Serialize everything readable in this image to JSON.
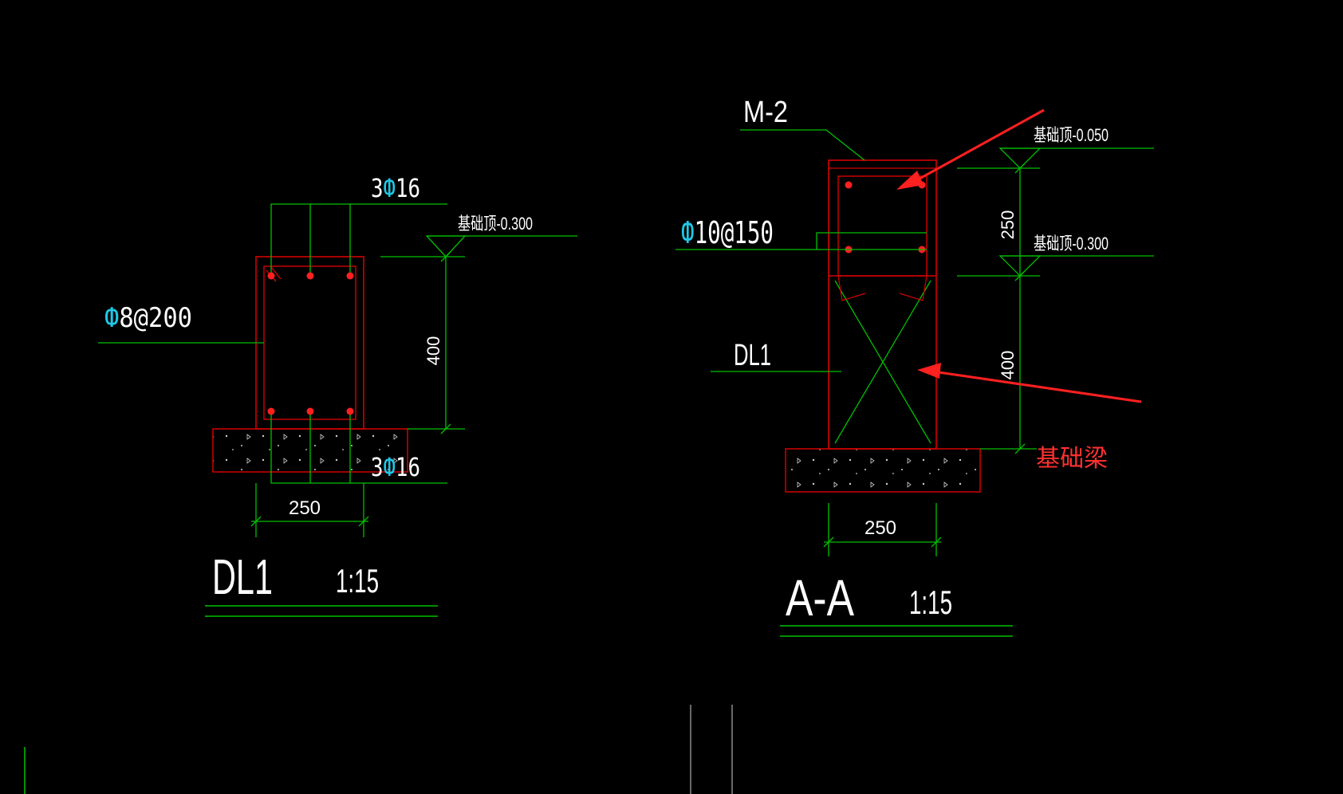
{
  "colors": {
    "background": "#000000",
    "leader_line": "#00c000",
    "section_outline": "#d40000",
    "rebar_dot": "#ff2020",
    "rebar_symbol": "#1ec8e6",
    "text": "#ffffff",
    "annotation_red": "#ff3030"
  },
  "detail_dl1": {
    "top_bars": {
      "count": "3",
      "symbol": "Ф",
      "size": "16"
    },
    "bottom_bars": {
      "count": "3",
      "symbol": "Ф",
      "size": "16"
    },
    "stirrup": {
      "symbol": "Ф",
      "spec": "8@200"
    },
    "elevation_label": "基础顶-0.300",
    "height_dim": "400",
    "width_dim": "250",
    "title": "DL1",
    "scale": "1:15"
  },
  "detail_aa": {
    "member_tag": "M-2",
    "stirrup": {
      "symbol": "Ф",
      "spec": "10@150"
    },
    "elevation_top_label": "基础顶-0.050",
    "elevation_mid_label": "基础顶-0.300",
    "dim_upper": "250",
    "dim_lower": "400",
    "beam_tag": "DL1",
    "annotation": "基础梁",
    "width_dim": "250",
    "title": "A-A",
    "scale": "1:15"
  }
}
